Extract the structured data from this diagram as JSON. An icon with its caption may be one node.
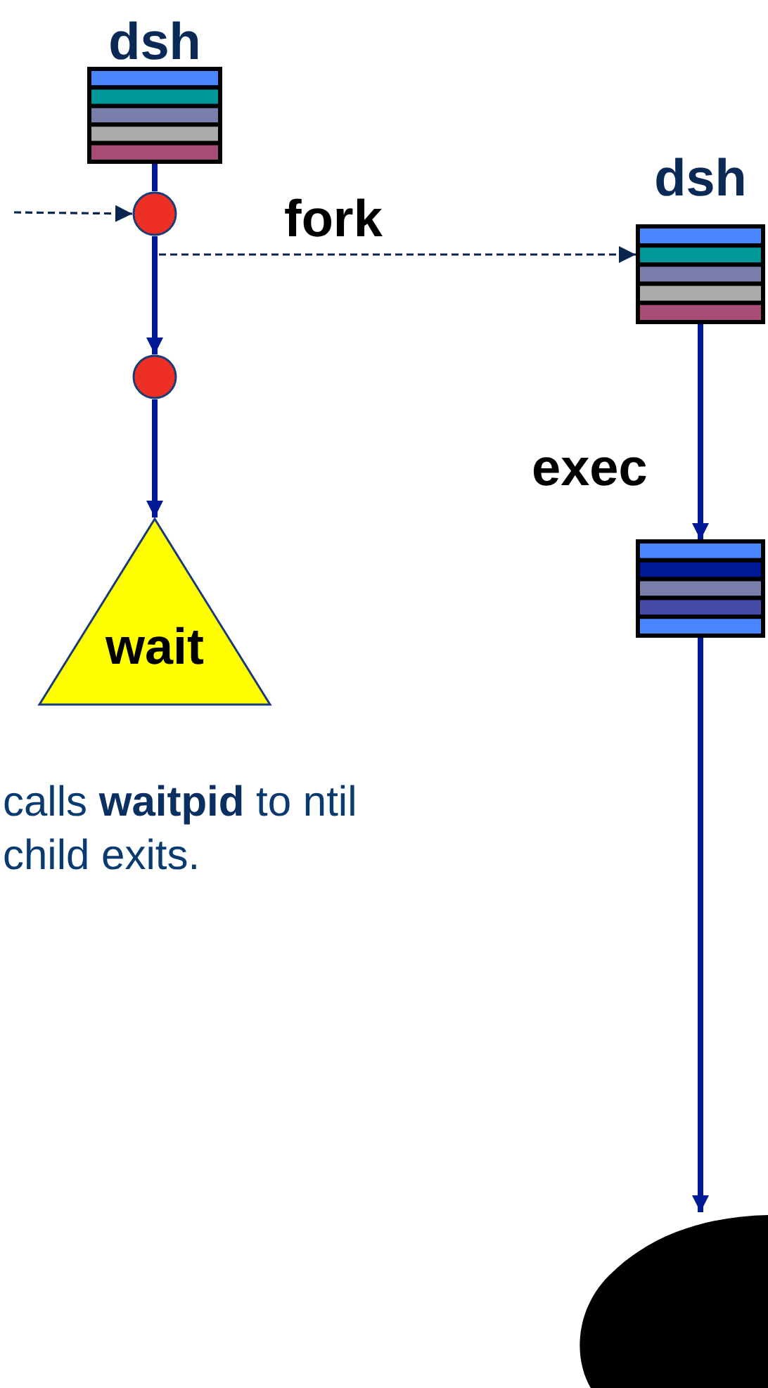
{
  "diagram": {
    "nodes": [
      {
        "text": [
          "dsh"
        ]
      },
      {
        "text": [],
        "shape": "circle"
      },
      {
        "text": [],
        "shape": "circle"
      },
      {
        "text": [
          "wait"
        ]
      },
      {
        "text": [
          "dsh"
        ]
      },
      {
        "text": [],
        "shape": "box"
      },
      {
        "text": [],
        "shape": "blob"
      }
    ],
    "edges": [
      {
        "from": null,
        "to": 1,
        "arrow": "to",
        "style": "dashed",
        "color": "#0a2450"
      },
      {
        "from": 0,
        "to": 1,
        "arrow": "none"
      },
      {
        "from": 1,
        "to": 2,
        "arrow": "to"
      },
      {
        "from": 2,
        "to": 3,
        "arrow": "to"
      },
      {
        "from": 1,
        "to": 4,
        "arrow": "to",
        "label": "fork",
        "style": "dashed",
        "color": "#0a2450"
      },
      {
        "from": 4,
        "to": 5,
        "arrow": "to",
        "label": "exec"
      },
      {
        "from": 5,
        "to": 6,
        "arrow": "to"
      }
    ],
    "labels": [
      "calls **waitpid** to ntil child exits."
    ]
  }
}
